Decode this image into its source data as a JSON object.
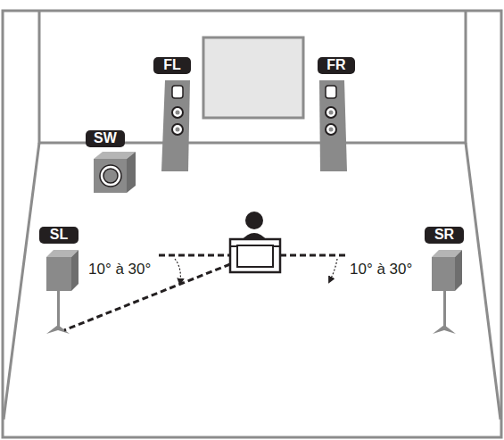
{
  "diagram": {
    "nodes": [
      {
        "text": [
          "FL"
        ]
      },
      {
        "text": [
          "FR"
        ]
      },
      {
        "text": [
          "SW"
        ]
      },
      {
        "text": [
          "SL"
        ]
      },
      {
        "text": [
          "SR"
        ]
      }
    ],
    "labels": [
      "10° à 30°",
      "10° à 30°"
    ]
  }
}
